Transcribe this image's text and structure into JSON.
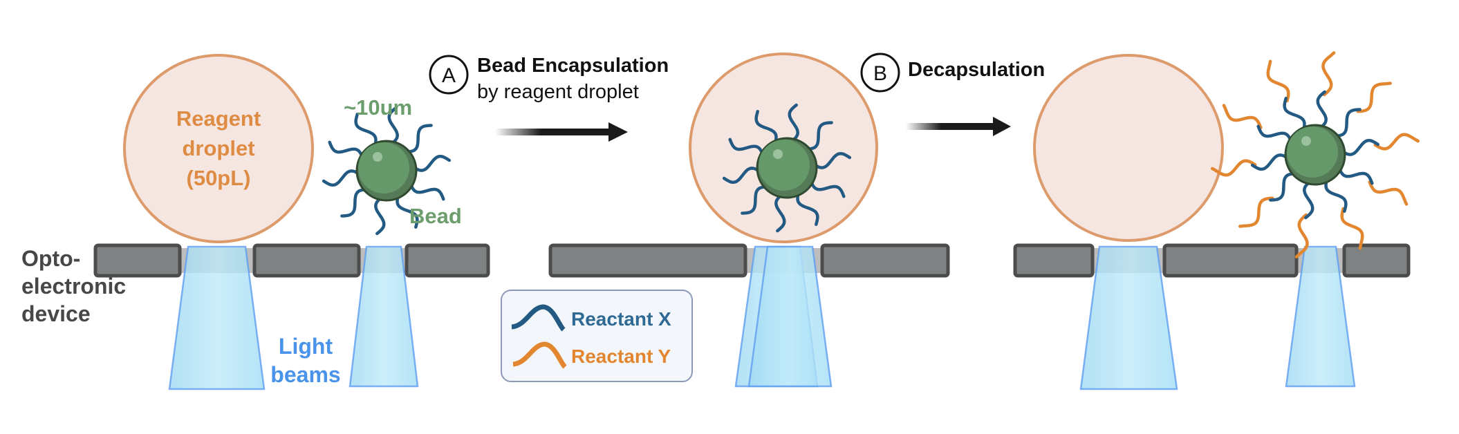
{
  "colors": {
    "droplet_fill": "#f6e6e1",
    "droplet_stroke": "#dd9a6a",
    "droplet_text": "#de8c43",
    "bead_fill": "#66996a",
    "bead_shade": "#557a57",
    "bead_stroke": "#2f4a31",
    "bead_highlight": "#9cc19f",
    "bead_label": "#6b9d6d",
    "reactant_x": "#235a84",
    "reactant_y": "#e2862f",
    "reactant_x_text": "#2f6a94",
    "reactant_y_text": "#e2862f",
    "device_fill": "#7f8282",
    "device_stroke": "#4c4c4c",
    "device_gap": "#bdbdbd",
    "beam_fill": "#a8e0f7",
    "beam_stroke": "#5f9ef0",
    "light_text": "#4a93ea",
    "device_text": "#474747",
    "legend_fill": "#f3f6fa",
    "legend_stroke": "#8c98b8",
    "step_text": "#111111"
  },
  "droplet": {
    "label_line1": "Reagent",
    "label_line2": "droplet",
    "label_line3": "(50pL)"
  },
  "bead": {
    "size_label": "~10um",
    "label": "Bead"
  },
  "device": {
    "label_line1": "Opto-",
    "label_line2": "electronic",
    "label_line3": "device"
  },
  "beams": {
    "label_line1": "Light",
    "label_line2": "beams"
  },
  "steps": [
    {
      "marker": "A",
      "title": "Bead Encapsulation",
      "subtitle": "by reagent droplet"
    },
    {
      "marker": "B",
      "title": "Decapsulation",
      "subtitle": ""
    }
  ],
  "legend": {
    "items": [
      {
        "label": "Reactant X",
        "icon": "wave-icon-blue"
      },
      {
        "label": "Reactant Y",
        "icon": "wave-icon-orange"
      }
    ]
  },
  "panels": [
    {
      "name": "initial-state",
      "bead_inside_droplet": false,
      "reactant_y_attached": false
    },
    {
      "name": "encapsulated-state",
      "bead_inside_droplet": true,
      "reactant_y_attached": false
    },
    {
      "name": "decapsulated-state",
      "bead_inside_droplet": false,
      "reactant_y_attached": true
    }
  ]
}
